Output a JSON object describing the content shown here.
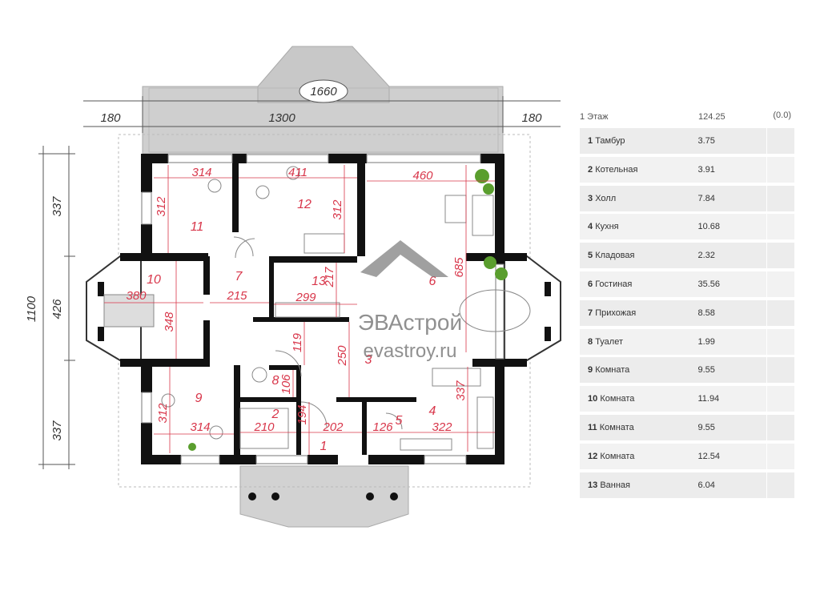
{
  "plan": {
    "dims": {
      "top_overall": "1660",
      "top_left": "180",
      "top_mid": "1300",
      "top_right": "180",
      "left_overall": "1100",
      "left_top": "337",
      "left_mid": "426",
      "left_bot": "337"
    },
    "room_dims": {
      "d314a": "314",
      "d411": "411",
      "d460": "460",
      "d312a": "312",
      "d312b": "312",
      "d685": "685",
      "d217": "217",
      "d380": "380",
      "d215": "215",
      "d299": "299",
      "d348": "348",
      "d119": "119",
      "d250": "250",
      "d106": "106",
      "d337r": "337",
      "d312c": "312",
      "d314b": "314",
      "d194": "194",
      "d210": "210",
      "d202": "202",
      "d126": "126",
      "d322": "322"
    },
    "room_numbers": [
      "1",
      "2",
      "3",
      "4",
      "5",
      "6",
      "7",
      "8",
      "9",
      "10",
      "11",
      "12",
      "13"
    ],
    "watermark": {
      "brand": "ЭВАстрой",
      "site": "evastroy.ru"
    }
  },
  "legend": {
    "floor": "1 Этаж",
    "total": "124.25",
    "extra": "(0.0)",
    "rooms": [
      {
        "num": "1",
        "name": "Тамбур",
        "area": "3.75"
      },
      {
        "num": "2",
        "name": "Котельная",
        "area": "3.91"
      },
      {
        "num": "3",
        "name": "Холл",
        "area": "7.84"
      },
      {
        "num": "4",
        "name": "Кухня",
        "area": "10.68"
      },
      {
        "num": "5",
        "name": "Кладовая",
        "area": "2.32"
      },
      {
        "num": "6",
        "name": "Гостиная",
        "area": "35.56"
      },
      {
        "num": "7",
        "name": "Прихожая",
        "area": "8.58"
      },
      {
        "num": "8",
        "name": "Туалет",
        "area": "1.99"
      },
      {
        "num": "9",
        "name": "Комната",
        "area": "9.55"
      },
      {
        "num": "10",
        "name": "Комната",
        "area": "11.94"
      },
      {
        "num": "11",
        "name": "Комната",
        "area": "9.55"
      },
      {
        "num": "12",
        "name": "Комната",
        "area": "12.54"
      },
      {
        "num": "13",
        "name": "Ванная",
        "area": "6.04"
      }
    ]
  }
}
